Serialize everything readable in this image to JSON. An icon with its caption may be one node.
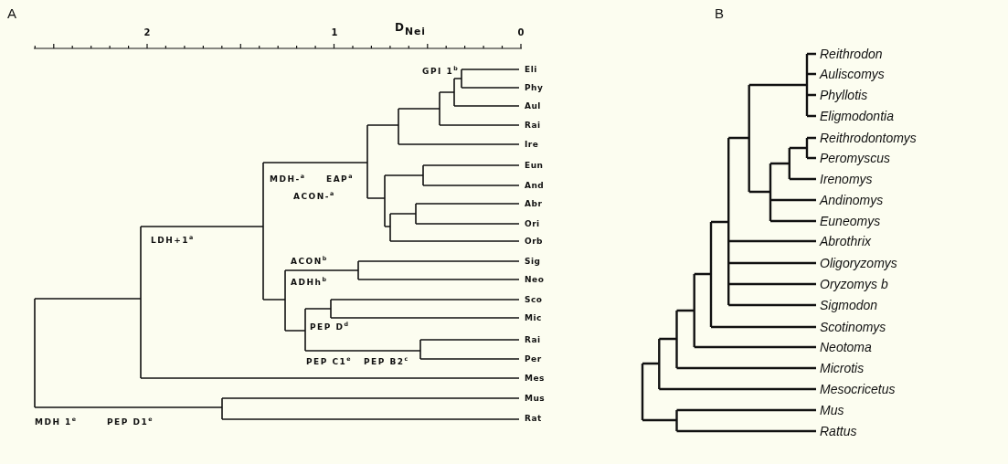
{
  "diagram": {
    "labels": [
      "A",
      "B",
      "D$_{Nei}$",
      "2",
      "1",
      "0",
      "GPI 1$^{b}$",
      "Eli",
      "Phy",
      "Aul",
      "Rai",
      "Ire",
      "MDH-$^{a}$",
      "EAP$^{a}$",
      "ACON-$^{a}$",
      "Eun",
      "And",
      "Abr",
      "Ori",
      "LDH+1$^{a}$",
      "Orb",
      "ACON$^{b}$",
      "Sig",
      "ADHh$^{b}$",
      "Neo",
      "Sco",
      "Mic",
      "PEP D$^{d}$",
      "Rai",
      "PEP C1$^{e}$",
      "PEP B2$^{c}$",
      "Per",
      "Mes",
      "Mus",
      "Rat",
      "MDH 1$^{e}$",
      "PEP D1$^{e}$",
      "Reithrodon",
      "Auliscomys",
      "Phyllotis",
      "Eligmodontia",
      "Reithrodontomys",
      "Peromyscus",
      "Irenomys",
      "Andinomys",
      "Euneomys",
      "Abrothrix",
      "Oligoryzomys",
      "Oryzomys b",
      "Sigmodon",
      "Scotinomys",
      "Neotoma",
      "Microtis",
      "Mesocricetus",
      "Mus",
      "Rattus"
    ]
  }
}
